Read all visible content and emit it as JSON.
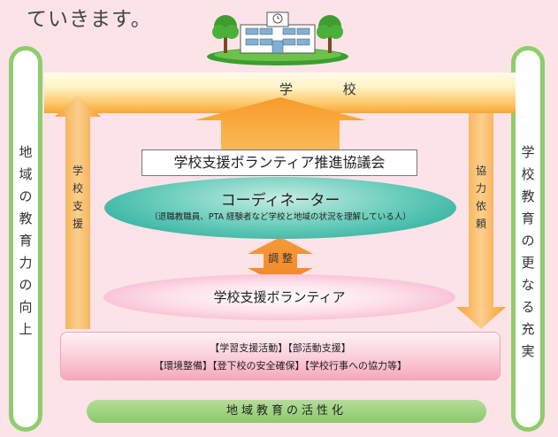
{
  "intro_text": "ていきます。",
  "school": {
    "label": "学 校"
  },
  "left_pillar": {
    "chars": [
      "地",
      "域",
      "の",
      "教",
      "育",
      "力",
      "の",
      "向",
      "上"
    ]
  },
  "right_pillar": {
    "chars": [
      "学",
      "校",
      "教",
      "育",
      "の",
      "更",
      "な",
      "る",
      "充",
      "実"
    ]
  },
  "left_arrow": {
    "chars": [
      "学",
      "校",
      "支",
      "援"
    ]
  },
  "right_arrow": {
    "chars": [
      "協",
      "力",
      "依",
      "頼"
    ]
  },
  "council": {
    "label": "学校支援ボランティア推進協議会"
  },
  "coordinator": {
    "title": "コーディネーター",
    "subtitle": "（退職教職員、PTA 経験者など学校と地域の状況を理解している人）"
  },
  "coordination": {
    "label": "調 整"
  },
  "volunteer": {
    "label": "学校支援ボランティア"
  },
  "activities": {
    "line1": "【学習支援活動】【部活動支援】",
    "line2": "【環境整備】【登下校の安全確保】【学校行事への協力等】"
  },
  "community": {
    "label": "地域教育の活性化"
  },
  "colors": {
    "background": "#fbe3e8",
    "green": "#8fcd6c",
    "orange": "#f5a73a",
    "teal": "#1aa594",
    "pink": "#f3a6c4"
  }
}
